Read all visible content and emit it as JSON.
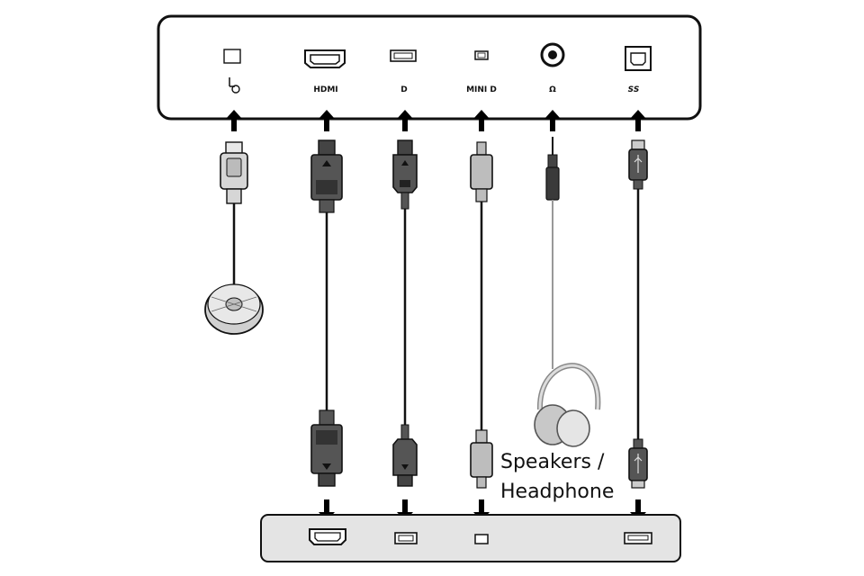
{
  "monitor_ports": {
    "controller": {
      "label": "",
      "icon": "osd-controller-port-icon"
    },
    "hdmi": {
      "label": "HDMI",
      "icon": "hdmi-port-icon"
    },
    "displayport": {
      "label": "D",
      "icon": "displayport-icon"
    },
    "mini_displayport": {
      "label": "MINI D",
      "icon": "mini-displayport-icon"
    },
    "headphone": {
      "label": "Ω",
      "icon": "headphone-jack-icon"
    },
    "usb": {
      "label": "SS",
      "icon": "usb-superspeed-icon"
    }
  },
  "caption": {
    "line1": "Speakers /",
    "line2": "Headphone"
  },
  "colors": {
    "line": "#111111",
    "connector_dark": "#555555",
    "connector_light": "#cfcfcf",
    "computer_panel": "#e4e4e4"
  }
}
